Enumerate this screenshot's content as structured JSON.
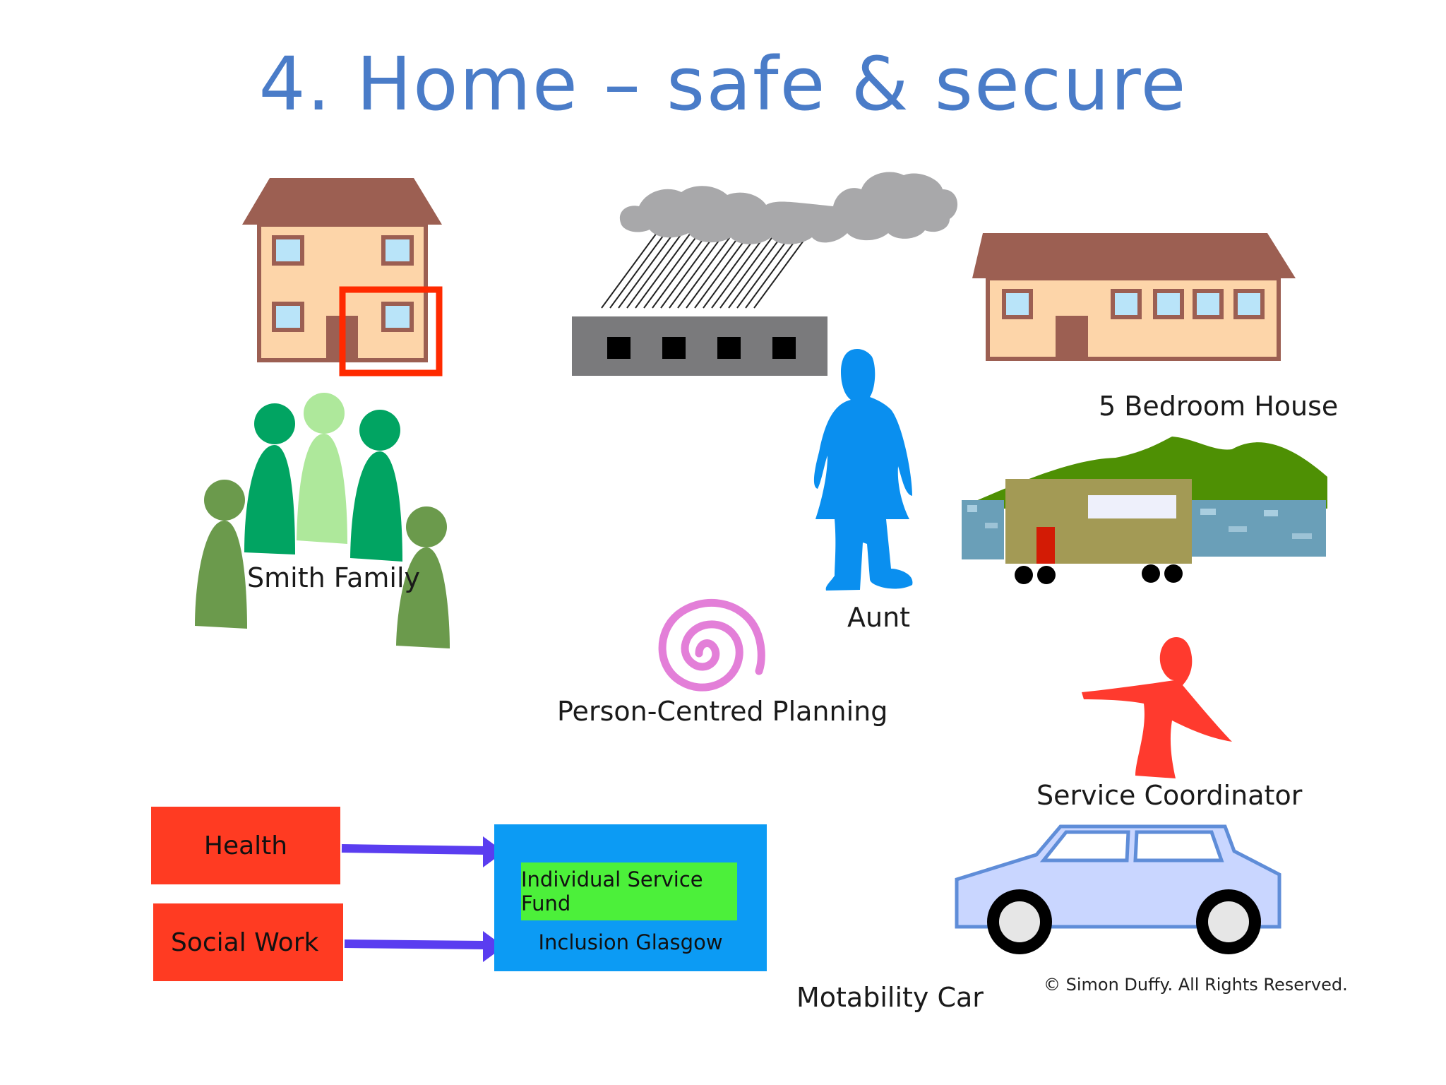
{
  "slide": {
    "title": "4. Home – safe & secure",
    "copyright": "© Simon Duffy. All Rights Reserved."
  },
  "labels": {
    "smith_family": "Smith Family",
    "five_bedroom_house": "5 Bedroom House",
    "aunt": "Aunt",
    "person_centred_planning": "Person-Centred Planning",
    "service_coordinator": "Service Coordinator",
    "motability_car": "Motability Car"
  },
  "funding": {
    "health": "Health",
    "social_work": "Social Work",
    "individual_service_fund": "Individual Service Fund",
    "inclusion_glasgow": "Inclusion Glasgow"
  },
  "colors": {
    "title": "#4a7cc8",
    "house_wall": "#fdd5a9",
    "house_roof": "#9c5f52",
    "window": "#b9e4f9",
    "highlight": "#ff2a00",
    "aunt": "#0a8fef",
    "coordinator": "#ff3a2e",
    "spiral": "#e37fd8",
    "health_box": "#ff3b22",
    "fund_box": "#0c9bf4",
    "isf_box": "#4cf03a",
    "arrow": "#5a3df0",
    "car_body": "#c9d6ff",
    "family_dark": "#01a462",
    "family_light": "#aee89b",
    "family_olive": "#6b9a4c"
  }
}
